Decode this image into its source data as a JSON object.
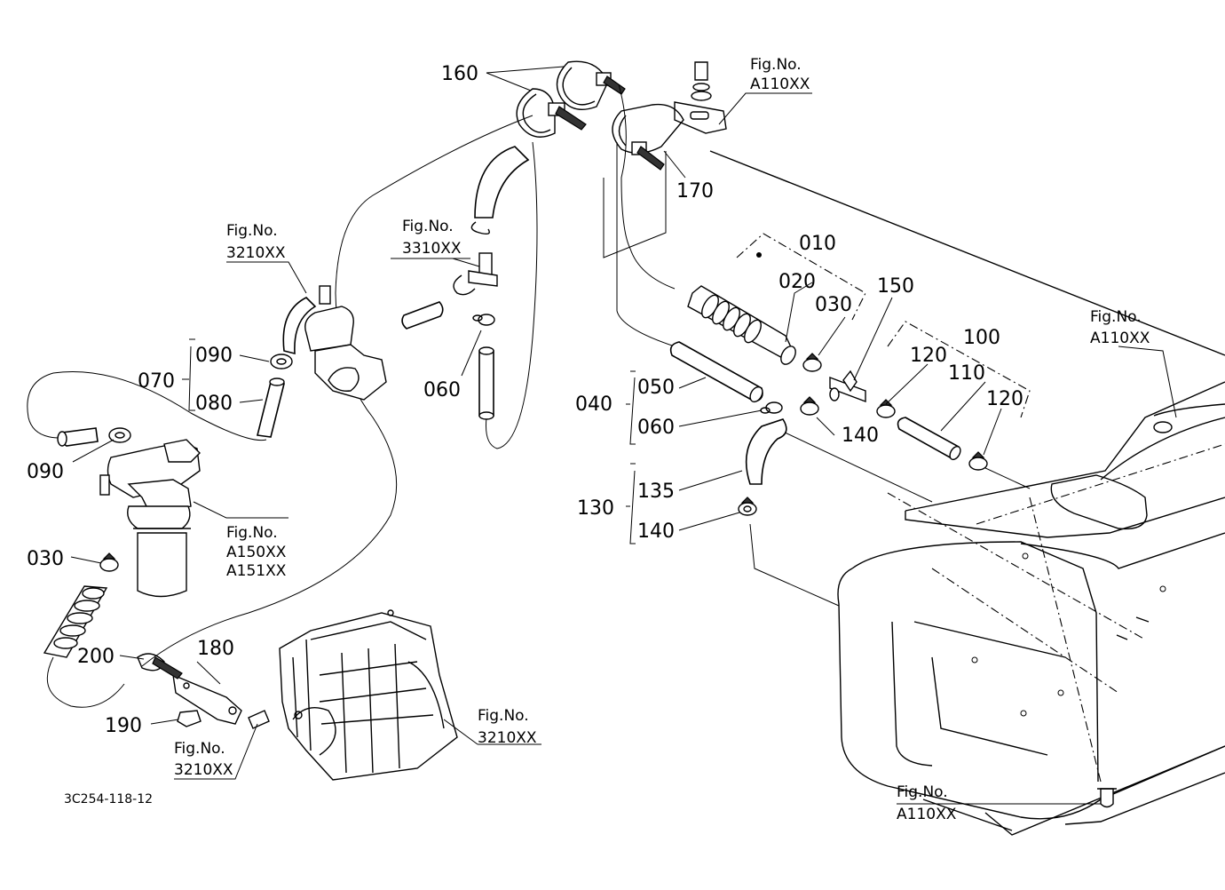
{
  "drawing_code": "3C254-118-12",
  "callouts": {
    "p010": "010",
    "p020": "020",
    "p030a": "030",
    "p030b": "030",
    "p040": "040",
    "p050": "050",
    "p060a": "060",
    "p060b": "060",
    "p070": "070",
    "p080": "080",
    "p090a": "090",
    "p090b": "090",
    "p100": "100",
    "p110": "110",
    "p120a": "120",
    "p120b": "120",
    "p130": "130",
    "p135": "135",
    "p140a": "140",
    "p140b": "140",
    "p150": "150",
    "p160": "160",
    "p170": "170",
    "p180": "180",
    "p190": "190",
    "p200": "200"
  },
  "fig_refs": {
    "fig_label": "Fig.No.",
    "f3210_pump": "3210XX",
    "f3310": "3310XX",
    "fA110_top": "A110XX",
    "fA110_right": "A110XX",
    "fA110_bottom": "A110XX",
    "fA150": "A150XX",
    "fA151": "A151XX",
    "f3210_case": "3210XX",
    "f3210_bolt": "3210XX"
  }
}
